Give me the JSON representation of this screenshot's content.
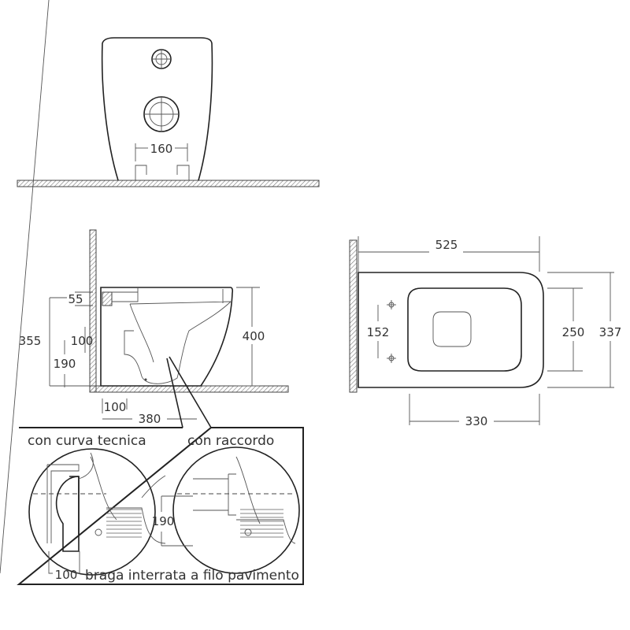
{
  "front_view": {
    "dim_outlet_spacing": "160"
  },
  "side_view": {
    "dim_height": "400",
    "dim_inlet_height": "355",
    "dim_outlet_height": "190",
    "dim_outlet_size": "100",
    "dim_inlet_size": "55",
    "dim_wall_to_outlet": "100",
    "dim_depth": "380"
  },
  "plan_view": {
    "dim_length": "525",
    "dim_fixing_spacing": "152",
    "dim_seat_width": "250",
    "dim_total_width": "337",
    "dim_seat_length": "330"
  },
  "detail": {
    "left_title": "con curva tecnica",
    "right_title": "con raccordo",
    "dim_outlet_height": "190",
    "dim_offset": "100",
    "caption": "braga interrata a filo pavimento"
  },
  "colors": {
    "line": "#222222",
    "hatch": "#888888"
  }
}
